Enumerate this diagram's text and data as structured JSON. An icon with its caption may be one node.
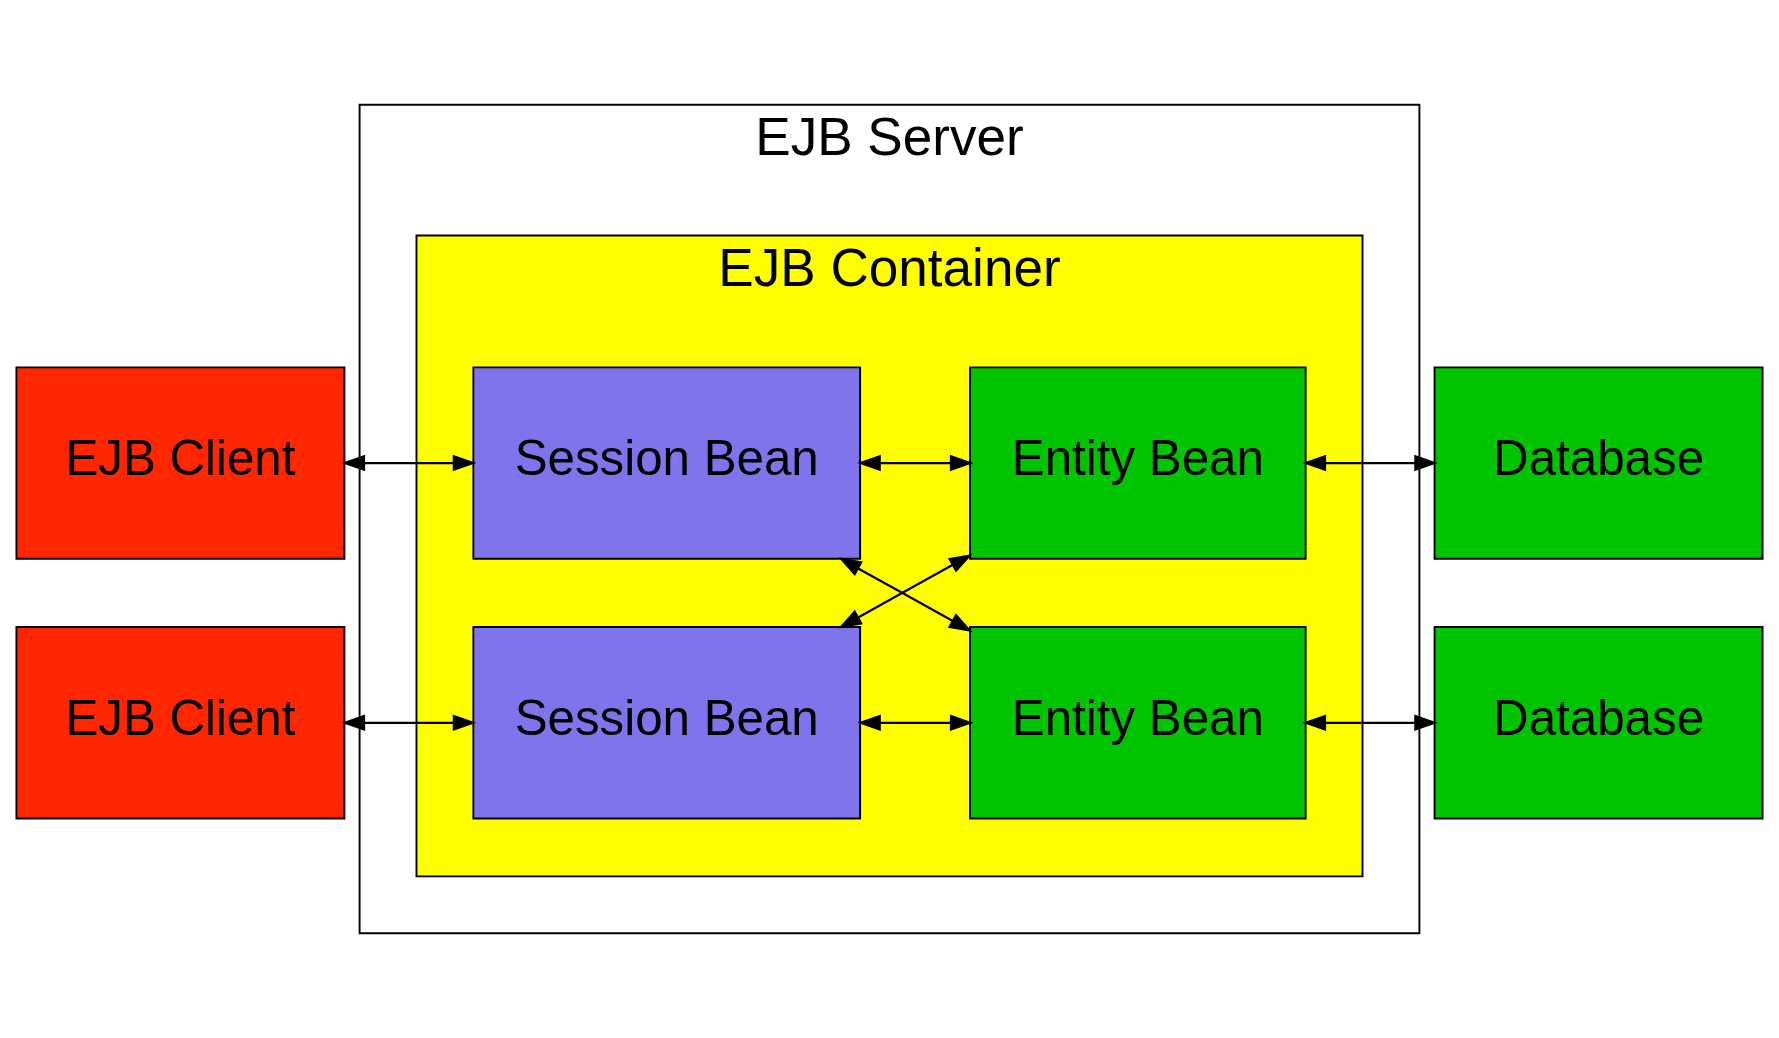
{
  "diagram": {
    "nodes": [
      {
        "text": [
          "EJB Client"
        ]
      },
      {
        "text": [
          "EJB Client"
        ]
      },
      {
        "text": [
          "EJB Server"
        ]
      },
      {
        "text": [
          "EJB Container"
        ],
        "in": 2
      },
      {
        "text": [
          "Session Bean"
        ],
        "in": 3
      },
      {
        "text": [
          "Entity Bean"
        ],
        "in": 3
      },
      {
        "text": [
          "Session Bean"
        ],
        "in": 3
      },
      {
        "text": [
          "Entity Bean"
        ],
        "in": 3
      },
      {
        "text": [
          "Database"
        ]
      },
      {
        "text": [
          "Database"
        ]
      }
    ],
    "edges": [
      {
        "from": 0,
        "to": 4,
        "arrow": "both"
      },
      {
        "from": 1,
        "to": 6,
        "arrow": "both"
      },
      {
        "from": 4,
        "to": 5,
        "arrow": "both"
      },
      {
        "from": 4,
        "to": 7,
        "arrow": "both"
      },
      {
        "from": 6,
        "to": 5,
        "arrow": "both"
      },
      {
        "from": 6,
        "to": 7,
        "arrow": "both"
      },
      {
        "from": 5,
        "to": 8,
        "arrow": "both"
      },
      {
        "from": 7,
        "to": 9,
        "arrow": "both"
      }
    ]
  }
}
